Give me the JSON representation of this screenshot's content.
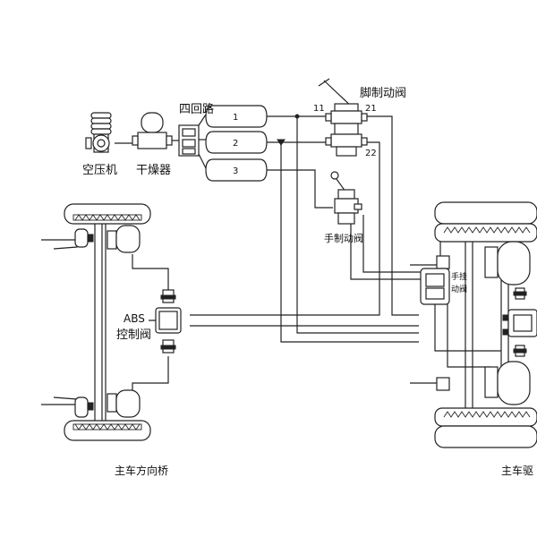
{
  "labels": {
    "air_compressor": "空压机",
    "dryer": "干燥器",
    "four_circuit": "四回路",
    "tank_1": "1",
    "tank_2": "2",
    "tank_3": "3",
    "foot_valve": "脚制动阀",
    "port_11": "11",
    "port_21": "21",
    "port_22": "22",
    "hand_valve": "手制动阀",
    "abs_line1": "ABS",
    "abs_line2": "控制阀",
    "relay_line1": "手挂",
    "relay_line2": "动阀",
    "front_axle": "主车方向桥",
    "rear_axle": "主车驱"
  },
  "colors": {
    "line": "#222222",
    "background": "#ffffff"
  }
}
